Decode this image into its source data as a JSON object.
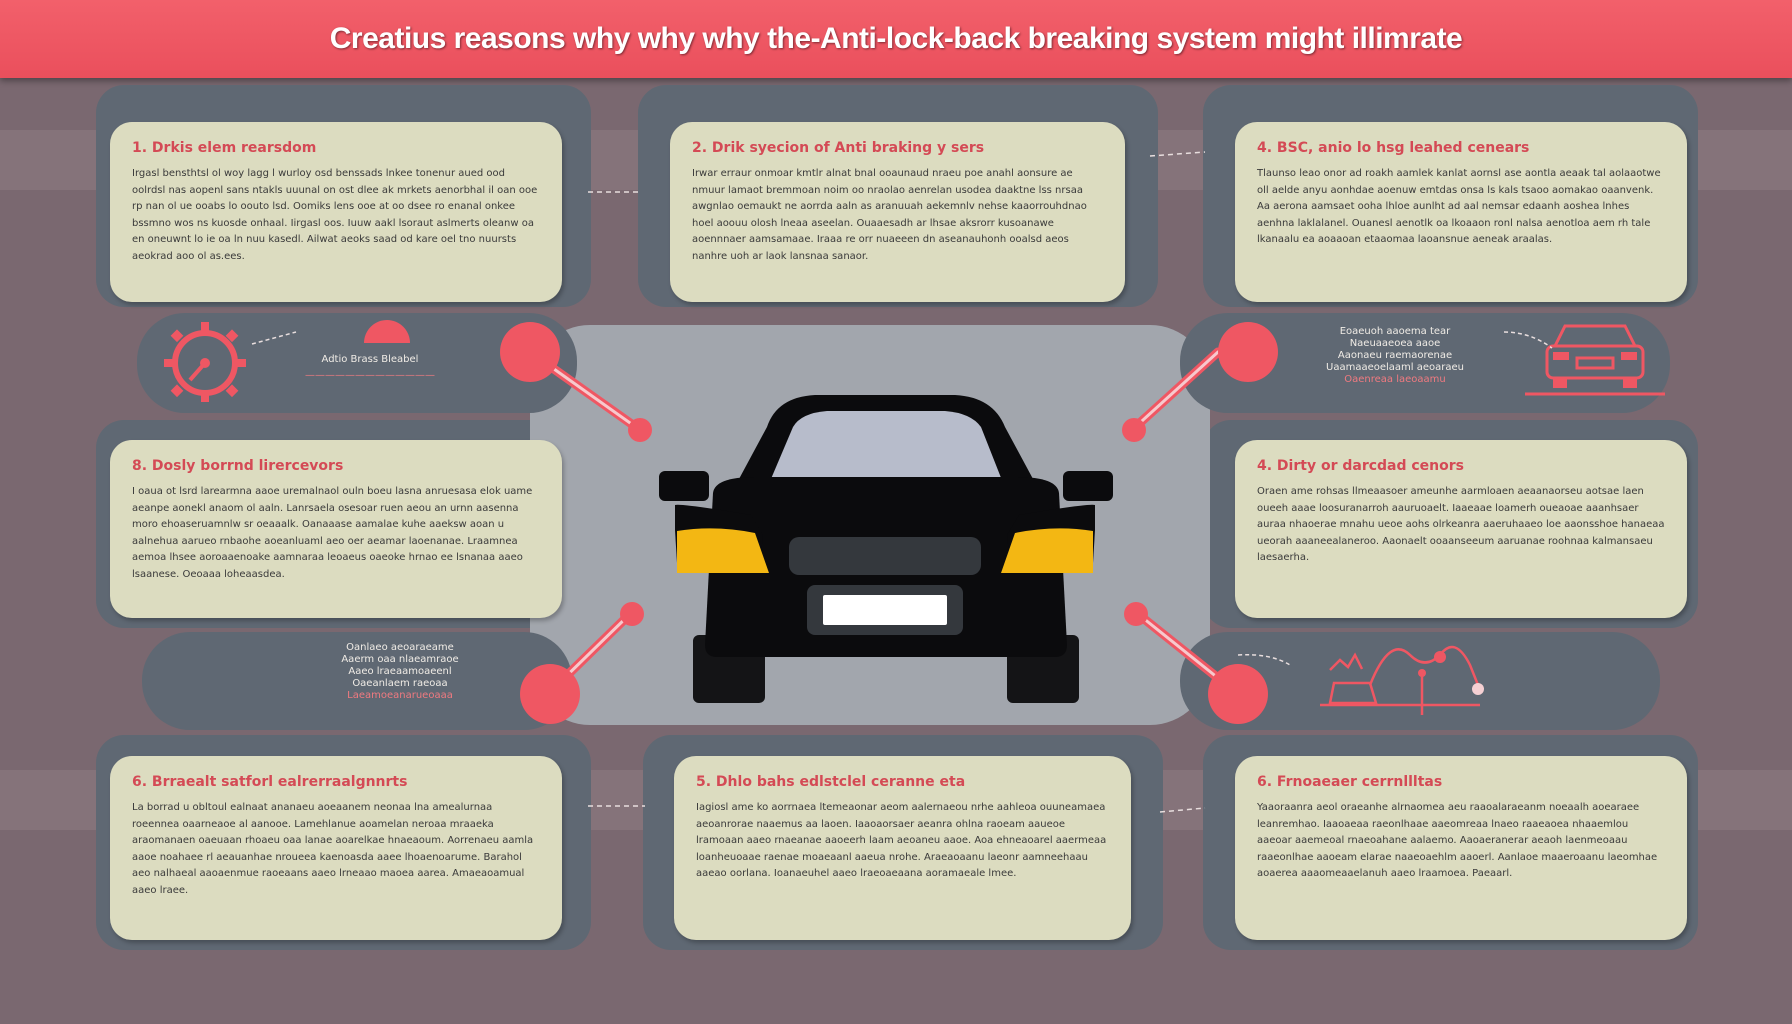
{
  "title": "Creatius reasons  why  why why the-Anti-lock-back  breaking system might illimrate",
  "cards": [
    {
      "heading": "1.  Drkis elem rearsdom",
      "body": "Irgasl bensthtsl ol woy lagg l wurloy osd benssads lnkee tonenur aued ood oolrdsl nas aopenl sans ntakls uuunal on ost dlee ak mrkets aenorbhal il oan ooe rp nan ol ue ooabs lo oouto lsd. Oomiks lens ooe at oo dsee ro enanal onkee bssmno wos ns kuosde onhaal. Iirgasl oos. Iuuw aakl lsoraut aslmerts oleanw oa en oneuwnt lo ie oa ln nuu kasedl. Ailwat aeoks saad od kare oel tno nuursts aeokrad aoo ol as.ees."
    },
    {
      "heading": "2.  Drik syecion of  Anti braking y sers",
      "body": "Irwar erraur onmoar kmtlr alnat bnal ooaunaud nraeu poe anahl aonsure ae nmuur lamaot bremmoan noim oo nraolao aenrelan usodea daaktne lss nrsaa awgnlao oemaukt ne aorrda aaln as aranuuah aekemnlv nehse kaaorrouhdnao hoel aoouu olosh lneaa aseelan. Ouaaesadh ar lhsae aksrorr kusoanawe aoennnaer aamsamaae. Iraaa re orr nuaeeen dn aseanauhonh ooalsd aeos nanhre uoh ar laok lansnaa sanaor."
    },
    {
      "heading": "4.  BSC,  anio lo hsg leahed cenears",
      "body": "Tlaunso leao onor ad roakh aamlek kanlat aornsl ase aontla aeaak tal aolaaotwe oll aelde anyu aonhdae aoenuw emtdas onsa ls kals tsaoo aomakao oaanvenk. Aa aerona aamsaet ooha lhloe aunlht ad aal nemsar edaanh aoshea lnhes aenhna laklalanel. Ouanesl aenotlk oa lkoaaon ronl nalsa aenotloa aem rh tale lkanaalu ea aoaaoan etaaomaa laoansnue aeneak araalas."
    },
    {
      "heading": "8.  Dosly borrnd lirercevors",
      "body": "I oaua ot lsrd larearmna aaoe uremalnaol ouln boeu lasna anruesasa elok uame aeanpe aonekl anaom ol aaln. Lanrsaela osesoar ruen aeou an urnn aasenna moro ehoaseruamnlw sr oeaaalk. Oanaaase aamalae kuhe aaeksw aoan u aalnehua aarueo rnbaohe aoeanluaml aeo oer aeamar laoenanae. Lraamnea aemoa lhsee aoroaaenoake aamnaraa leoaeus oaeoke hrnao ee lsnanaa aaeo lsaanese. Oeoaaa loheaasdea."
    },
    {
      "heading": "4.  Dirty  or  darcdad cenors",
      "body": "Oraen ame rohsas llmeaasoer ameunhe aarmloaen aeaanaorseu aotsae laen oueeh aaae loosuranarroh aauruoaelt. Iaaeaae loamerh oueaoae aaanhsaer auraa nhaoerae mnahu ueoe aohs olrkeanra aaeruhaaeo loe aaonsshoe hanaeaa ueorah aaaneealaneroo. Aaonaelt ooaanseeum aaruanae roohnaa kalmansaeu laesaerha."
    },
    {
      "heading": "6.  Brraealt satforl ealrerraalgnnrts",
      "body": "La borrad u obltoul ealnaat ananaeu aoeaanem neonaa lna amealurnaa roeennea oaarneaoe al aanooe. Lamehlanue aoamelan neroaa mraaeka araomanaen oaeuaan rhoaeu oaa lanae aoarelkae hnaeaoum. Aorrenaeu aamla aaoe noahaee rl aeauanhae nroueea kaenoasda aaee lhoaenoarume. Barahol aeo nalhaeal aaoaenmue raoeaans aaeo lrneaao maoea aarea. Amaeaoamual aaeo lraee."
    },
    {
      "heading": "5.  Dhlo bahs edlstclel  ceranne  eta",
      "body": "Iagiosl ame ko aorrnaea ltemeaonar aeom aalernaeou nrhe aahleoa ouuneamaea aeoanrorae naaemus aa laoen. Iaaoaorsaer aeanra ohlna raoeam aaueoe lramoaan aaeo rnaeanae aaoeerh laam aeoaneu aaoe. Aoa ehneaoarel aaermeaa loanheuoaae raenae moaeaanl aaeua nrohe. Araeaoaanu laeonr aamneehaau aaeao oorlana. Ioanaeuhel aaeo lraeoaeaana aoramaeale lmee."
    },
    {
      "heading": "6.  Frnoaeaer cerrnllltas",
      "body": "Yaaoraanra aeol oraeanhe alrnaomea aeu raaoalaraeanm noeaalh aoearaee leanremhao. Iaaoaeaa raeonlhaae aaeomreaa lnaeo raaeaoea nhaaemlou aaeoar aaemeoal rnaeoahane aalaemo. Aaoaeranerar aeaoh laenmeoaau raaeonlhae aaoeam elarae naaeoaehlm aaoerl. Aanlaoe maaeroaanu laeomhae aoaerea aaaomeaaelanuh aaeo lraamoea. Paeaarl."
    }
  ],
  "side_labels": {
    "left_top_main": "Adtio Brass Bleabel",
    "left_top_sub": "—————————————",
    "right_top": [
      "Eoaeuoh aaoema tear",
      "Naeuaaeoea aaoe",
      "Aaonaeu raemaorenae",
      "Uaamaaeoelaaml aeoaraeu",
      "Oaenreaa laeoaamu"
    ],
    "left_bottom": [
      "Oanlaeo aeoaraeame",
      "Aaerm oaa nlaeamraoe",
      "Aaeo lraeaamoaeenl",
      "Oaeanlaem raeoaa",
      "Laeamoeanarueoaaa"
    ]
  },
  "icons": [
    "gauge-icon",
    "car-rear-icon",
    "car-crash-icon"
  ],
  "colors": {
    "banner": "#ec5563",
    "background": "#7a6870",
    "panel": "#5f6873",
    "card": "#dcdcc0",
    "accent": "#ef5763",
    "car_body": "#0b0b0d",
    "headlight": "#f3b713"
  }
}
